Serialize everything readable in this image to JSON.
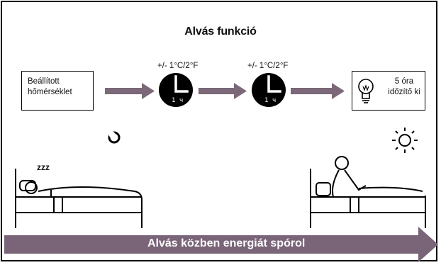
{
  "title": "Alvás funkció",
  "start_box": {
    "line1": "Beállított",
    "line2": "hőmérséklet"
  },
  "temp_step_label": "+/- 1°C/2°F",
  "clock_label": "1 ч",
  "end_box": {
    "line1": "5 óra",
    "line2": "időzítő ki"
  },
  "snore_text": "zzz",
  "bottom_banner": "Alvás közben energiát spórol",
  "colors": {
    "arrow": "#7b6878",
    "banner": "#7a6478",
    "ink": "#000000"
  }
}
